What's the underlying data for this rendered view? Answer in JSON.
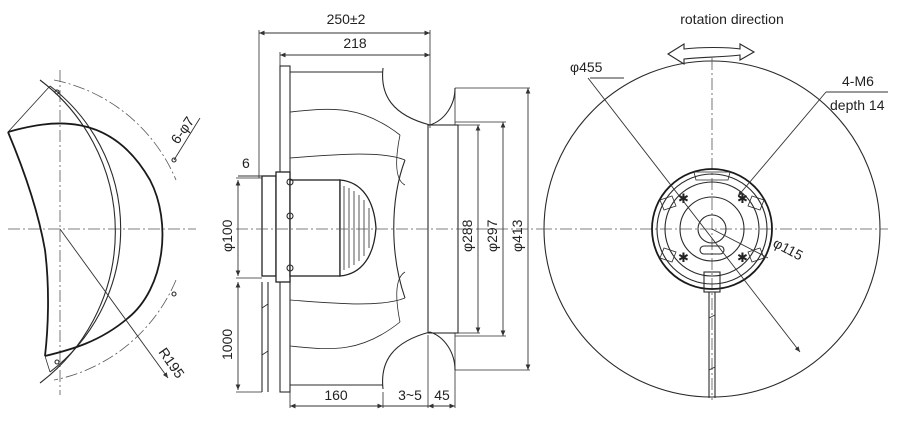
{
  "labels": {
    "width_total": "250±2",
    "width_inner": "218",
    "plate_thick": "6",
    "hub_dia": "φ100",
    "cable_len": "1000",
    "base_len": "160",
    "gap": "3~5",
    "inlet_depth": "45",
    "dia_288": "φ288",
    "dia_297": "φ297",
    "dia_413": "φ413",
    "rotation": "rotation direction",
    "dia_455": "φ455",
    "thread": "4-M6",
    "thread_depth": "depth 14",
    "dia_115": "φ115",
    "holes": "6-φ7",
    "radius": "R195"
  }
}
